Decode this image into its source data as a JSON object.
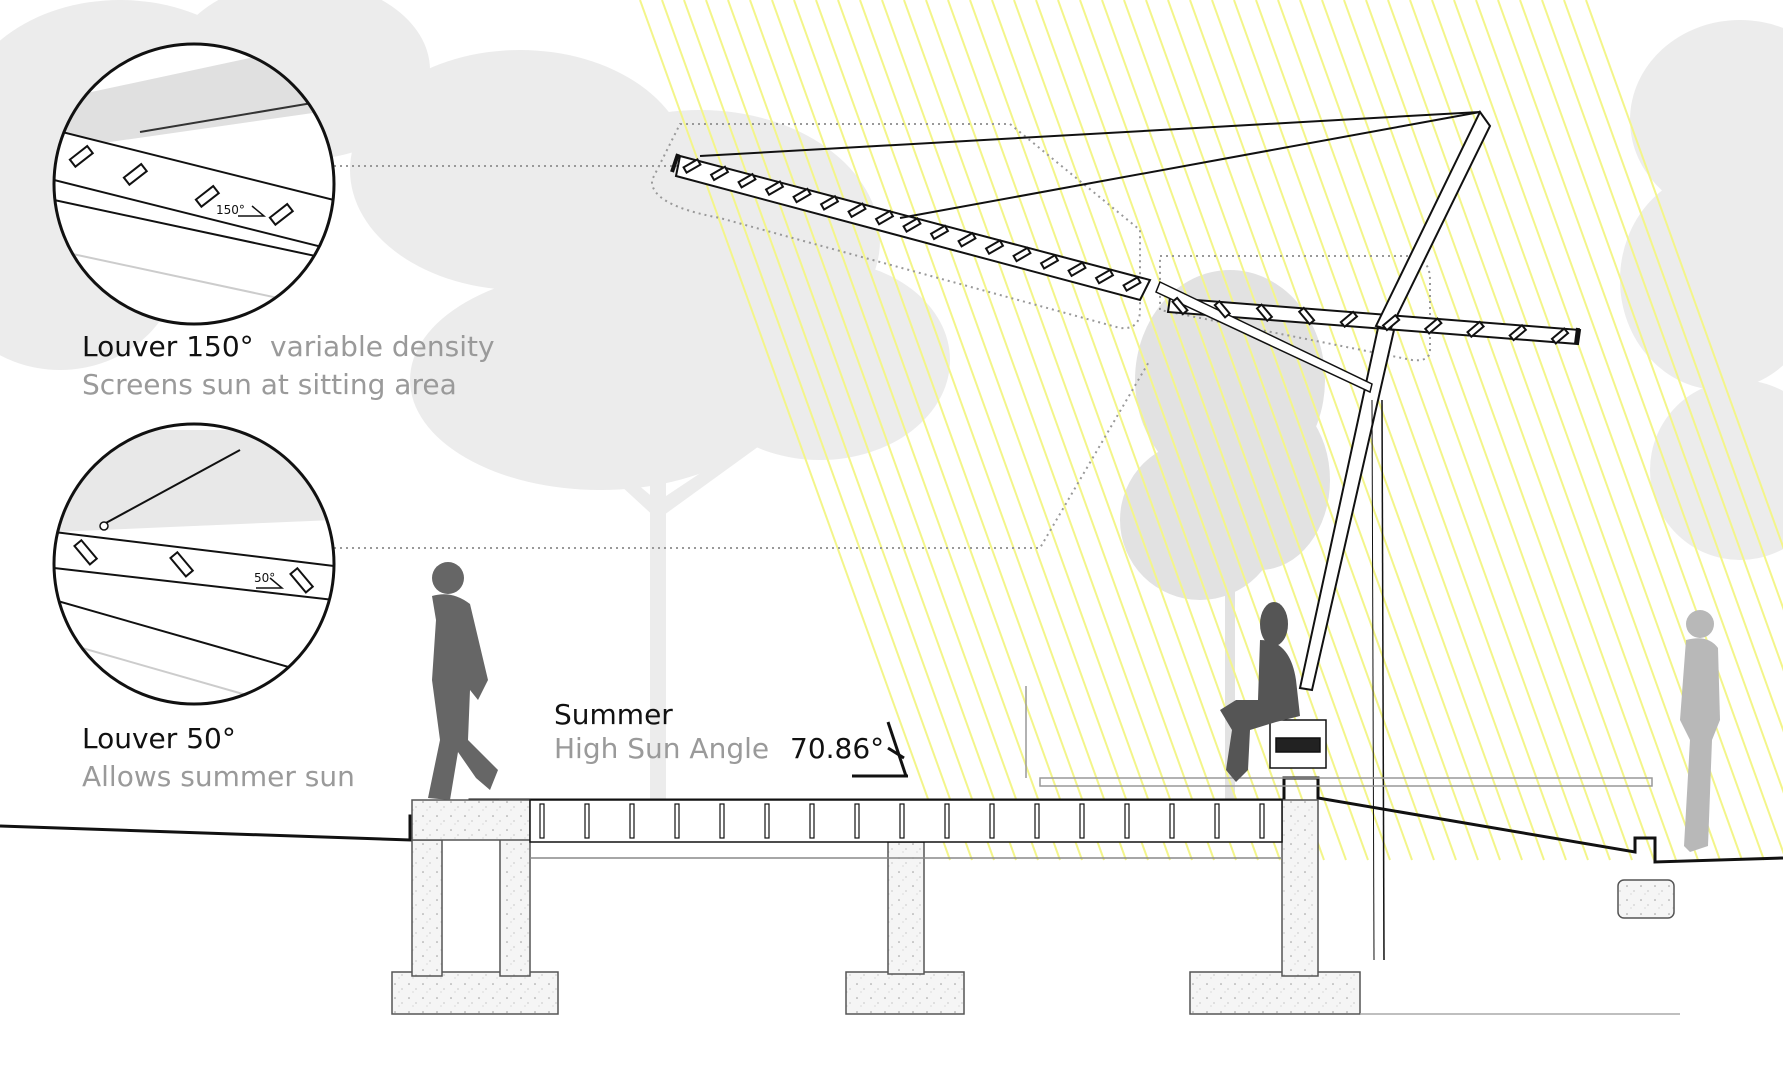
{
  "detail_150": {
    "title": "Louver 150°",
    "note": "variable density",
    "caption": "Screens sun at sitting area",
    "angle_mark": "150°"
  },
  "detail_50": {
    "title": "Louver 50°",
    "caption": "Allows summer sun",
    "angle_mark": "50°"
  },
  "sun": {
    "season": "Summer",
    "label": "High Sun Angle",
    "angle": "70.86°",
    "ray_color": "#f3f58a"
  },
  "colors": {
    "figure": "#666666",
    "figure_light": "#b8b8b8",
    "tree": "#ededed",
    "concrete": "#f3f3f3",
    "line": "#111111"
  }
}
